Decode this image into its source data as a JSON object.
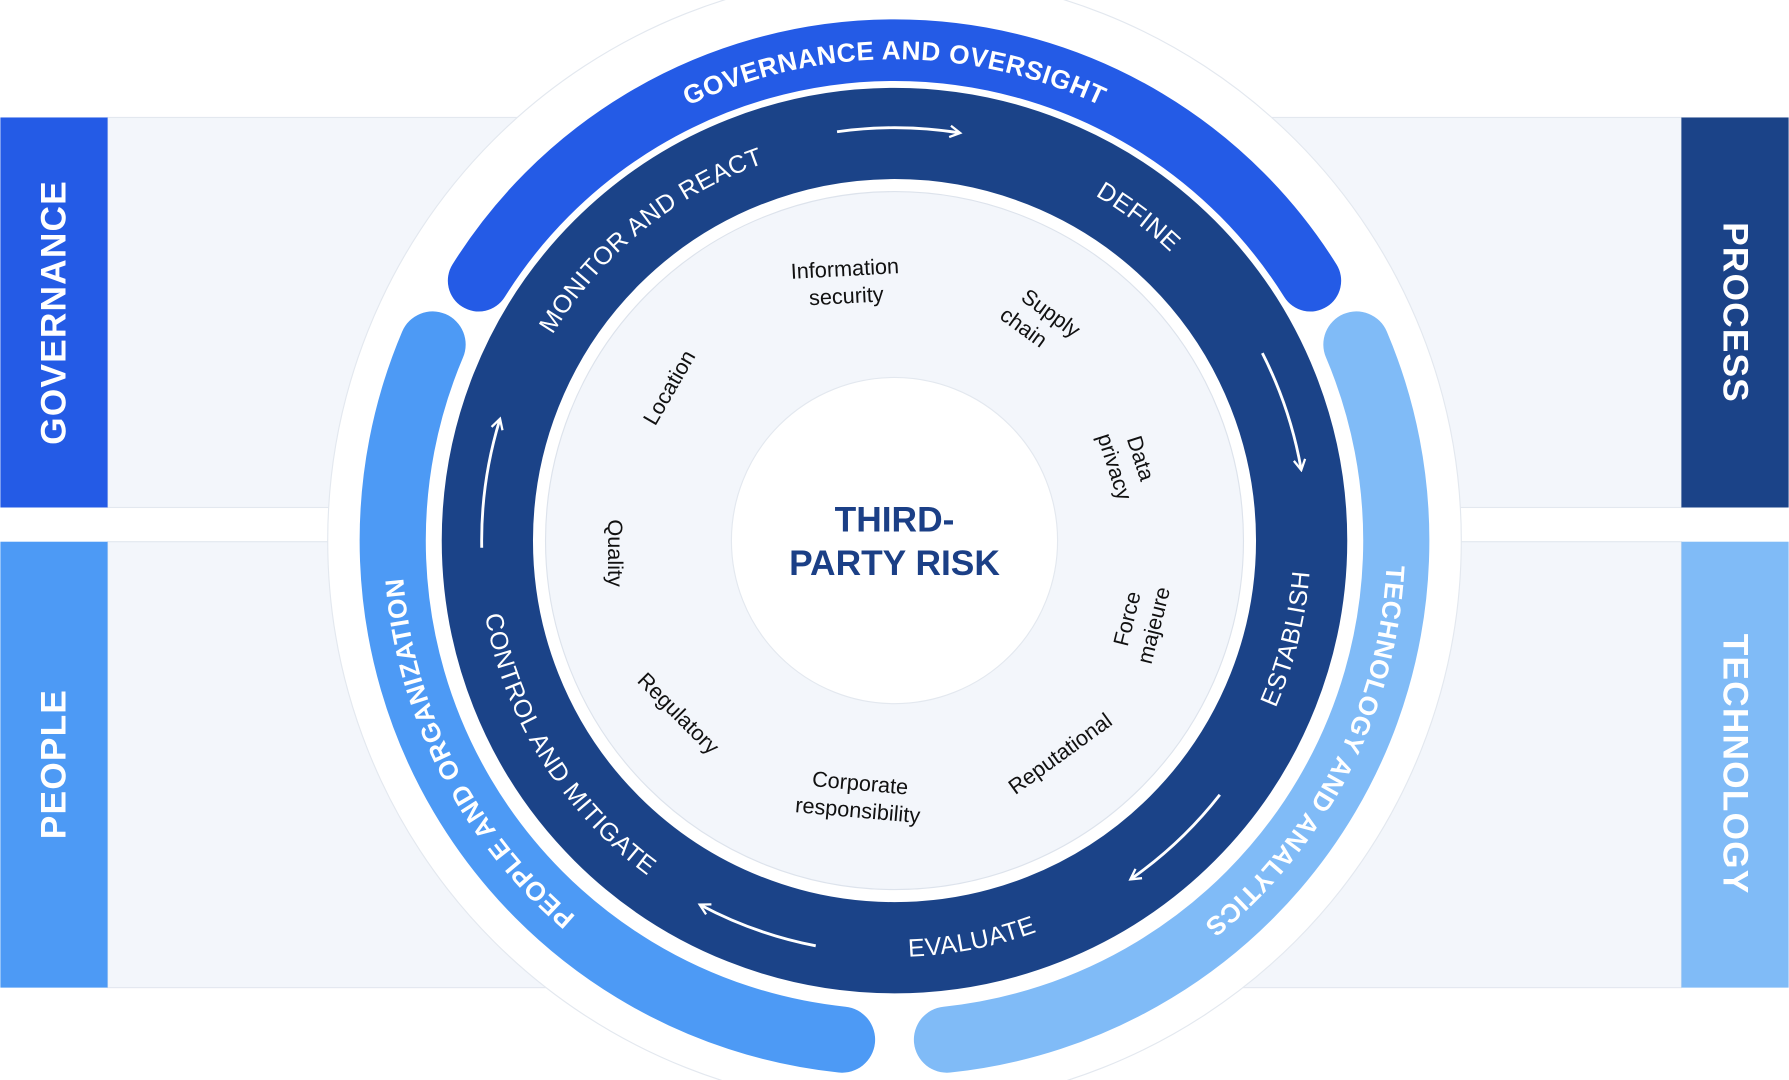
{
  "colors": {
    "governance": "#245be6",
    "people": "#4d9af5",
    "technology": "#80bbf7",
    "process": "#1b4388",
    "panel": "#f3f6fb",
    "title": "#1b3f86"
  },
  "side_boxes": {
    "governance": "GOVERNANCE",
    "people": "PEOPLE",
    "process": "PROCESS",
    "technology": "TECHNOLOGY"
  },
  "outer_arcs": {
    "governance": "GOVERNANCE AND OVERSIGHT",
    "people": "PEOPLE AND ORGANIZATION",
    "technology": "TECHNOLOGY AND ANALYTICS"
  },
  "cycle_steps": {
    "define": "DEFINE",
    "establish": "ESTABLISH",
    "evaluate": "EVALUATE",
    "control": "CONTROL AND MITIGATE",
    "monitor": "MONITOR AND REACT"
  },
  "risks": {
    "information_security": [
      "Information",
      "security"
    ],
    "supply_chain": [
      "Supply",
      "chain"
    ],
    "data_privacy": [
      "Data",
      "privacy"
    ],
    "force_majeure": [
      "Force",
      "majeure"
    ],
    "reputational": [
      "Reputational"
    ],
    "corporate_responsibility": [
      "Corporate",
      "responsibility"
    ],
    "regulatory": [
      "Regulatory"
    ],
    "quality": [
      "Quality"
    ],
    "location": [
      "Location"
    ]
  },
  "center": {
    "line1": "THIRD-",
    "line2": "PARTY RISK"
  }
}
